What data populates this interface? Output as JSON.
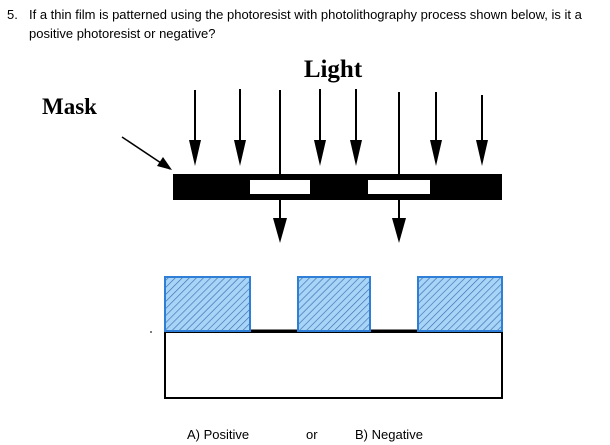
{
  "question": {
    "number": "5.",
    "text": "If a thin film is patterned using the photoresist with photolithography process shown below, is it a positive photoresist or negative?"
  },
  "diagram": {
    "light_label": "Light",
    "mask_label": "Mask",
    "colors": {
      "resist_fill": "#a8d4f7",
      "resist_stroke": "#2f7fd6",
      "mask_dark": "#000000",
      "mask_open": "#ffffff"
    }
  },
  "answers": {
    "option_a": "A)  Positive",
    "separator": "or",
    "option_b": "B) Negative"
  }
}
